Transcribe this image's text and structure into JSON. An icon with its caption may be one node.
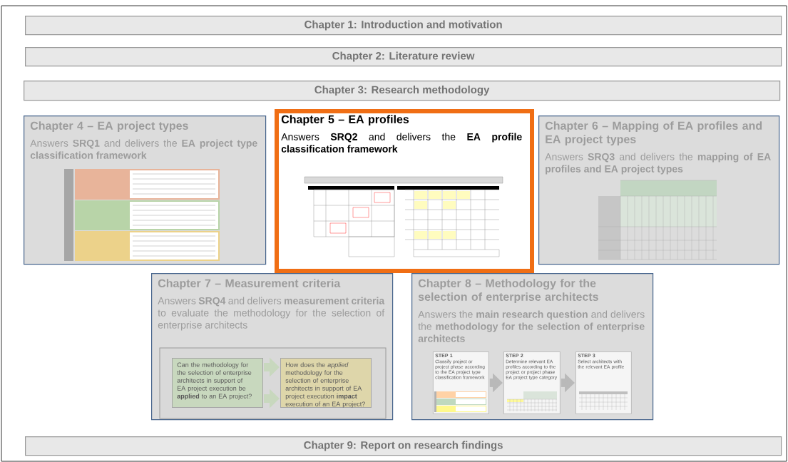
{
  "diagram": {
    "nodes": [
      {
        "text": [
          "Chapter 1: Introduction and motivation"
        ]
      },
      {
        "text": [
          "Chapter 2: Literature review"
        ]
      },
      {
        "text": [
          "Chapter 3: Research methodology"
        ]
      },
      {
        "text": [
          "Chapter 4 – EA project types",
          "Answers **SRQ1** and delivers the **EA project type classification framework**"
        ]
      },
      {
        "text": [
          "Chapter 5 – EA profiles",
          "Answers **SRQ2** and delivers the **EA profile classification framework**"
        ]
      },
      {
        "text": [
          "Chapter 6 – Mapping of EA profiles and EA project types",
          "Answers **SRQ3** and delivers the **mapping of EA profiles and EA project types**"
        ]
      },
      {
        "text": [
          "Chapter 7 – Measurement criteria",
          "Answers **SRQ4** and delivers **measurement criteria** to evaluate the methodology for the selection of enterprise architects"
        ]
      },
      {
        "text": [
          "Can the methodology for the selection of enterprise architects in support of EA project execution be **applied** to an EA project?"
        ],
        "in": 6
      },
      {
        "text": [
          "How does the *applied* methodology for the selection of enterprise architects in support of EA project execution **impact** execution of an EA project?"
        ],
        "in": 6
      },
      {
        "text": [
          "Chapter 8 – Methodology for the selection of enterprise architects",
          "Answers the **main research question** and delivers the **methodology for the selection of enterprise architects**"
        ]
      },
      {
        "text": [
          "STEP 1",
          "Classify project or project phase according to the EA project type classification framework"
        ],
        "in": 9
      },
      {
        "text": [
          "STEP 2",
          "Determine relevant EA profiles according to the project or project phase EA project type category"
        ],
        "in": 9
      },
      {
        "text": [
          "STEP 3",
          "Select architects with the relevant EA profile"
        ],
        "in": 9
      },
      {
        "text": [
          "Chapter 9: Report on research findings"
        ]
      }
    ],
    "edges": [
      {
        "from": 7,
        "to": 8,
        "arrow": "to"
      },
      {
        "from": 7,
        "to": 8,
        "arrow": "to"
      },
      {
        "from": 10,
        "to": 11,
        "arrow": "to"
      },
      {
        "from": 11,
        "to": 12,
        "arrow": "to"
      }
    ]
  }
}
